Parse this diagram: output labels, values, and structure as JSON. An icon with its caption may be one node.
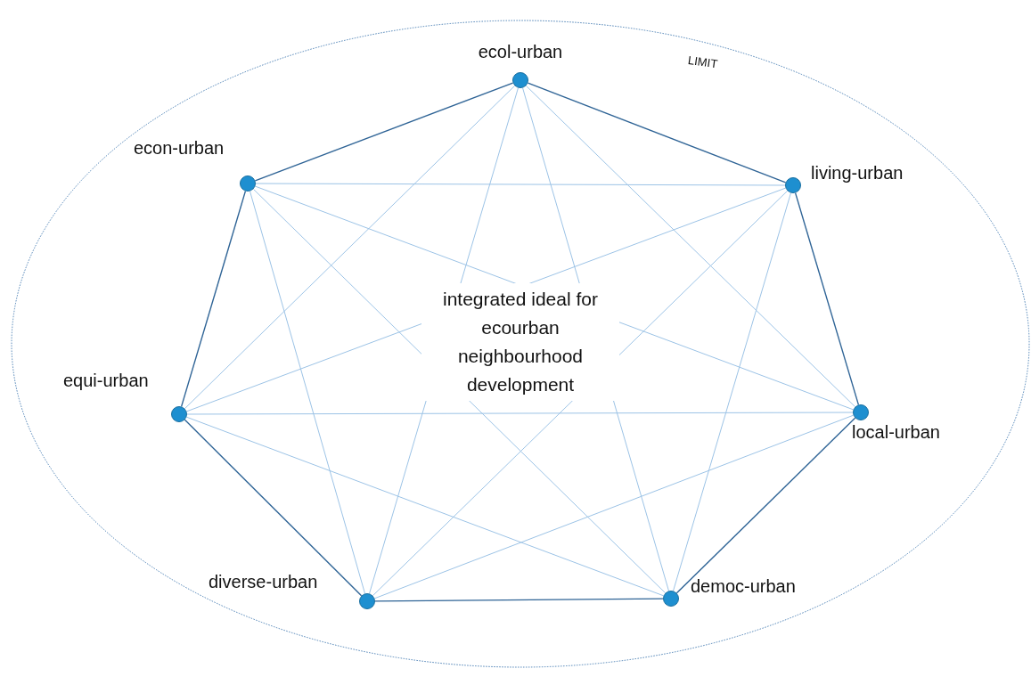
{
  "diagram": {
    "nodes": [
      {
        "text": [
          "LIMIT"
        ]
      },
      {
        "text": [],
        "shape": "circle",
        "in": 0,
        "beside": [
          "ecol-urban"
        ]
      },
      {
        "text": [],
        "shape": "circle",
        "in": 0,
        "beside": [
          "econ-urban"
        ]
      },
      {
        "text": [],
        "shape": "circle",
        "in": 0,
        "beside": [
          "living-urban"
        ]
      },
      {
        "text": [],
        "shape": "circle",
        "in": 0,
        "beside": [
          "equi-urban"
        ]
      },
      {
        "text": [],
        "shape": "circle",
        "in": 0,
        "beside": [
          "local-urban"
        ]
      },
      {
        "text": [],
        "shape": "circle",
        "in": 0,
        "beside": [
          "diverse-urban"
        ]
      },
      {
        "text": [],
        "shape": "circle",
        "in": 0,
        "beside": [
          "democ-urban"
        ]
      }
    ],
    "edges": [
      {
        "from": 1,
        "to": 3,
        "arrow": "none",
        "color": "#2f6496"
      },
      {
        "from": 3,
        "to": 5,
        "arrow": "none",
        "color": "#2f6496"
      },
      {
        "from": 5,
        "to": 7,
        "arrow": "none",
        "color": "#2f6496"
      },
      {
        "from": 7,
        "to": 6,
        "arrow": "none",
        "color": "#2f6496"
      },
      {
        "from": 6,
        "to": 4,
        "arrow": "none",
        "color": "#2f6496"
      },
      {
        "from": 4,
        "to": 2,
        "arrow": "none",
        "color": "#2f6496"
      },
      {
        "from": 2,
        "to": 1,
        "arrow": "none",
        "color": "#2f6496"
      },
      {
        "from": 1,
        "to": 5,
        "arrow": "none"
      },
      {
        "from": 1,
        "to": 7,
        "arrow": "none"
      },
      {
        "from": 1,
        "to": 6,
        "arrow": "none"
      },
      {
        "from": 1,
        "to": 4,
        "arrow": "none"
      },
      {
        "from": 2,
        "to": 3,
        "arrow": "none"
      },
      {
        "from": 2,
        "to": 5,
        "arrow": "none"
      },
      {
        "from": 2,
        "to": 7,
        "arrow": "none"
      },
      {
        "from": 2,
        "to": 6,
        "arrow": "none"
      },
      {
        "from": 3,
        "to": 4,
        "arrow": "none"
      },
      {
        "from": 3,
        "to": 6,
        "arrow": "none"
      },
      {
        "from": 3,
        "to": 7,
        "arrow": "none"
      },
      {
        "from": 4,
        "to": 5,
        "arrow": "none"
      },
      {
        "from": 4,
        "to": 7,
        "arrow": "none"
      },
      {
        "from": 5,
        "to": 6,
        "arrow": "none"
      }
    ],
    "labels": [
      "integrated ideal for ecourban neighbourhood development"
    ]
  }
}
